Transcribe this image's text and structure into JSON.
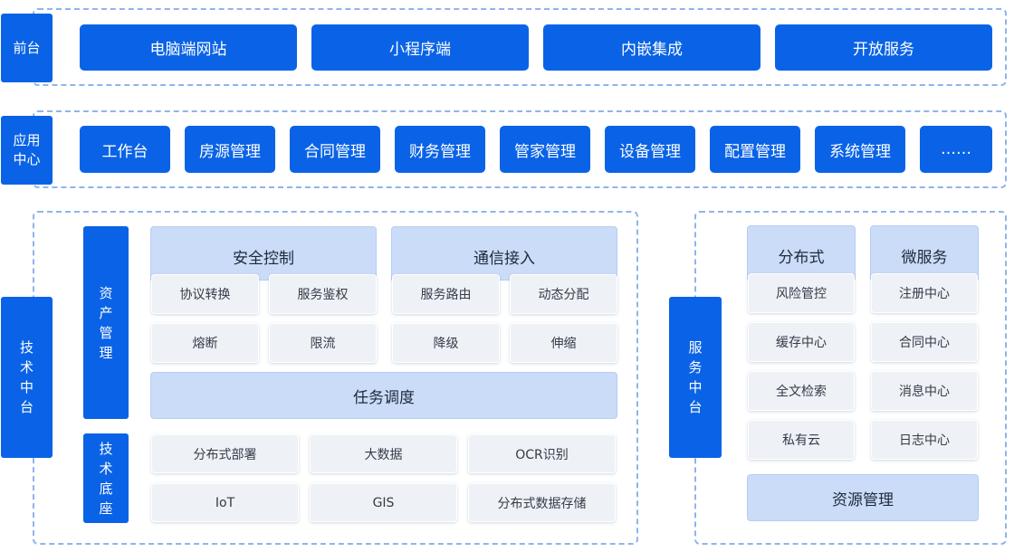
{
  "frontend": {
    "label": "前台",
    "items": [
      "电脑端网站",
      "小程序端",
      "内嵌集成",
      "开放服务"
    ]
  },
  "app_center": {
    "label": "应用中心",
    "items": [
      "工作台",
      "房源管理",
      "合同管理",
      "财务管理",
      "管家管理",
      "设备管理",
      "配置管理",
      "系统管理",
      "……"
    ]
  },
  "tech_platform": {
    "label": "技术中台",
    "asset_mgmt": {
      "label": "资产管理",
      "security": {
        "title": "安全控制",
        "items": [
          "协议转换",
          "服务鉴权",
          "熔断",
          "限流"
        ]
      },
      "comm": {
        "title": "通信接入",
        "items": [
          "服务路由",
          "动态分配",
          "降级",
          "伸缩"
        ]
      },
      "scheduling": "任务调度"
    },
    "tech_base": {
      "label": "技术底座",
      "items": [
        "分布式部署",
        "大数据",
        "OCR识别",
        "IoT",
        "GIS",
        "分布式数据存储"
      ]
    }
  },
  "service_platform": {
    "label": "服务中台",
    "distributed": {
      "title": "分布式",
      "items": [
        "风险管控",
        "缓存中心",
        "全文检索",
        "私有云"
      ]
    },
    "microservice": {
      "title": "微服务",
      "items": [
        "注册中心",
        "合同中心",
        "消息中心",
        "日志中心"
      ]
    },
    "resource_mgmt": "资源管理"
  },
  "colors": {
    "primary_blue": "#0a63e6",
    "light_blue": "#cbdcf9",
    "dash_border": "#8fb4ec",
    "cell_bg": "#eef1f6"
  }
}
